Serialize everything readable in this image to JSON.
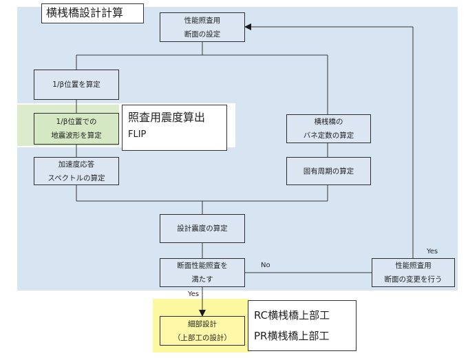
{
  "title": "横桟橋設計計算",
  "boxes": {
    "section_setup": [
      "性能照査用",
      "断面の設定"
    ],
    "beta_position": [
      "1/β位置を算定"
    ],
    "waveform": [
      "1/β位置での",
      "地震波形を算定"
    ],
    "response_spectrum": [
      "加速度応答",
      "スペクトルの算定"
    ],
    "spring_constant": [
      "横桟橋の",
      "バネ定数の算定"
    ],
    "natural_period": [
      "固有周期の算定"
    ],
    "design_seismic": [
      "設計震度の算定"
    ],
    "performance_check": [
      "断面性能照査を",
      "満たす"
    ],
    "change_section": [
      "性能照査用",
      "断面の変更を行う"
    ],
    "detailed_design": [
      "細部設計",
      "（上部工の設計）"
    ]
  },
  "callouts": {
    "seismic_calc": [
      "照査用震度算出",
      "FLIP"
    ],
    "superstructure": [
      "RC横桟橋上部工",
      "PR横桟橋上部工"
    ]
  },
  "branch_labels": {
    "no": "No",
    "yes_up": "Yes",
    "yes_down": "Yes"
  },
  "colors": {
    "flow_area": "#d7e4f2",
    "highlight_green": "#dcebcc",
    "highlight_yellow": "#fcf8a0"
  }
}
